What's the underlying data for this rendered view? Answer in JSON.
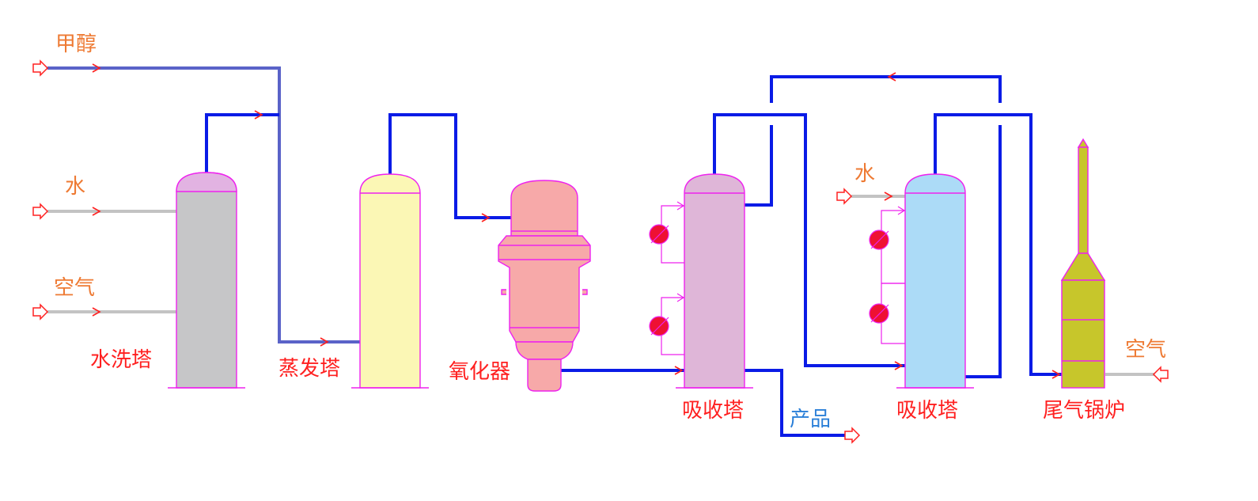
{
  "labels": {
    "methanol": "甲醇",
    "water_in": "水",
    "air_in": "空气",
    "water_wash_tower": "水洗塔",
    "evaporator_tower": "蒸发塔",
    "oxidizer": "氧化器",
    "absorber_1": "吸收塔",
    "product": "产品",
    "water_in_2": "水",
    "absorber_2": "吸收塔",
    "tail_gas_boiler": "尾气锅炉",
    "air_in_2": "空气"
  },
  "colors": {
    "label_orange": "#ee7a33",
    "label_red": "#ff2020",
    "label_blue": "#2a7fd8",
    "pipe_blue": "#0a1be6",
    "pipe_methanol": "#5a63c8",
    "pipe_gray": "#c3c3c3",
    "outline_magenta": "#ee22ee",
    "arrow_red": "#ff2020",
    "water_wash_fill": "#c6c6c8",
    "evaporator_fill": "#fbf7b5",
    "oxidizer_fill": "#f7a9a9",
    "absorber_1_fill": "#dfb6d8",
    "absorber_2_fill": "#acdbf7",
    "boiler_fill": "#c7c62b",
    "pump_fill": "#ee1133"
  }
}
